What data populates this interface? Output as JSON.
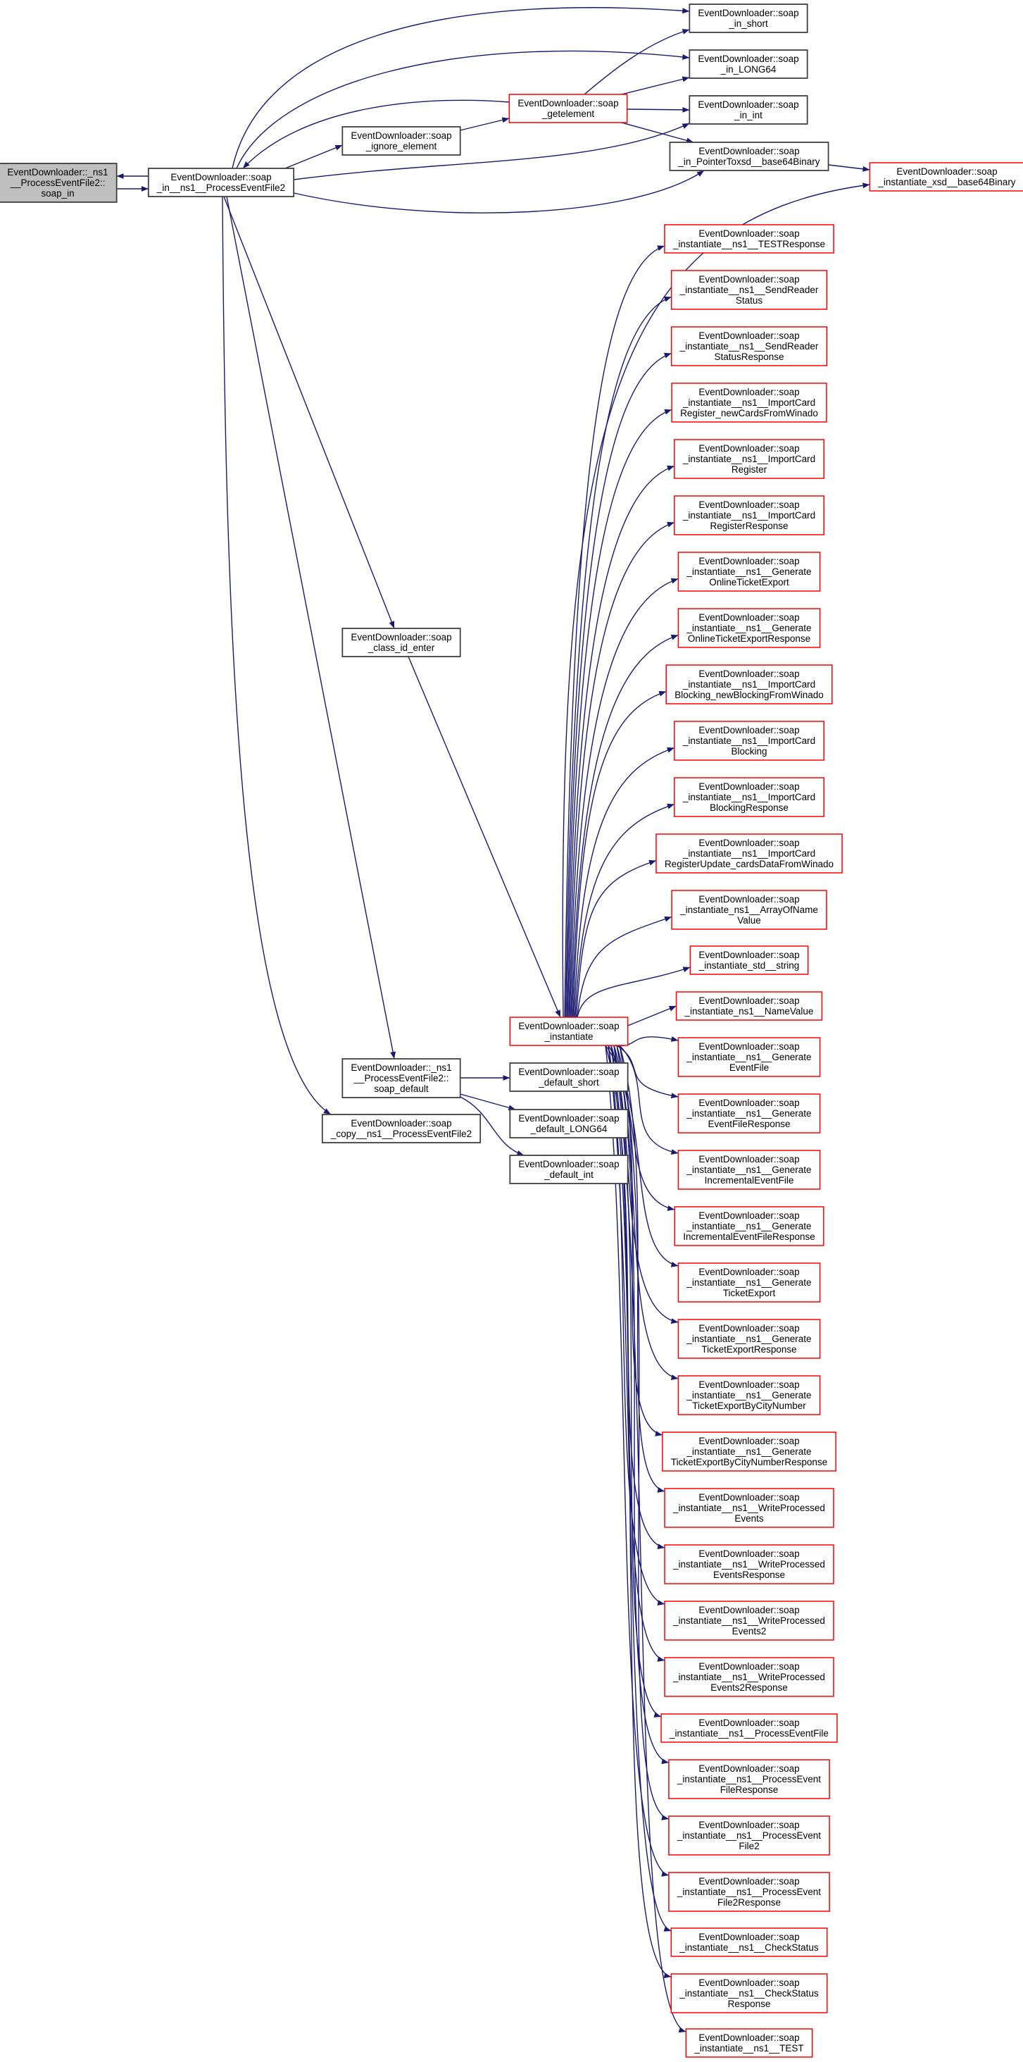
{
  "title": "Call graph: EventDownloader::_ns1__ProcessEventFile2::soap_in",
  "colors": {
    "edge": "#191970",
    "truncated_border": "#ff0000",
    "normal_border": "#404040",
    "root_fill": "#bfbfbf"
  },
  "nodes": [
    {
      "id": "root",
      "lines": [
        "EventDownloader::_ns1",
        "__ProcessEventFile2::",
        "soap_in"
      ]
    },
    {
      "id": "in_ns1",
      "lines": [
        "EventDownloader::soap",
        "_in__ns1__ProcessEventFile2"
      ]
    },
    {
      "id": "in_short",
      "lines": [
        "EventDownloader::soap",
        "_in_short"
      ]
    },
    {
      "id": "in_LONG64",
      "lines": [
        "EventDownloader::soap",
        "_in_LONG64"
      ]
    },
    {
      "id": "in_int",
      "lines": [
        "EventDownloader::soap",
        "_in_int"
      ]
    },
    {
      "id": "getelement",
      "lines": [
        "EventDownloader::soap",
        "_getelement"
      ]
    },
    {
      "id": "ignore",
      "lines": [
        "EventDownloader::soap",
        "_ignore_element"
      ]
    },
    {
      "id": "ptr",
      "lines": [
        "EventDownloader::soap",
        "_in_PointerToxsd__base64Binary"
      ]
    },
    {
      "id": "xsd",
      "lines": [
        "EventDownloader::soap",
        "_instantiate_xsd__base64Binary"
      ]
    },
    {
      "id": "class_id",
      "lines": [
        "EventDownloader::soap",
        "_class_id_enter"
      ]
    },
    {
      "id": "instantiate",
      "lines": [
        "EventDownloader::soap",
        "_instantiate"
      ]
    },
    {
      "id": "soap_default",
      "lines": [
        "EventDownloader::_ns1",
        "__ProcessEventFile2::",
        "soap_default"
      ]
    },
    {
      "id": "copy",
      "lines": [
        "EventDownloader::soap",
        "_copy__ns1__ProcessEventFile2"
      ]
    },
    {
      "id": "d_short",
      "lines": [
        "EventDownloader::soap",
        "_default_short"
      ]
    },
    {
      "id": "d_LONG64",
      "lines": [
        "EventDownloader::soap",
        "_default_LONG64"
      ]
    },
    {
      "id": "d_int",
      "lines": [
        "EventDownloader::soap",
        "_default_int"
      ]
    },
    {
      "id": "r0",
      "lines": [
        "EventDownloader::soap",
        "_instantiate__ns1__TESTResponse"
      ]
    },
    {
      "id": "r1",
      "lines": [
        "EventDownloader::soap",
        "_instantiate__ns1__SendReader",
        "Status"
      ]
    },
    {
      "id": "r2",
      "lines": [
        "EventDownloader::soap",
        "_instantiate__ns1__SendReader",
        "StatusResponse"
      ]
    },
    {
      "id": "r3",
      "lines": [
        "EventDownloader::soap",
        "_instantiate__ns1__ImportCard",
        "Register_newCardsFromWinado"
      ]
    },
    {
      "id": "r4",
      "lines": [
        "EventDownloader::soap",
        "_instantiate__ns1__ImportCard",
        "Register"
      ]
    },
    {
      "id": "r5",
      "lines": [
        "EventDownloader::soap",
        "_instantiate__ns1__ImportCard",
        "RegisterResponse"
      ]
    },
    {
      "id": "r6",
      "lines": [
        "EventDownloader::soap",
        "_instantiate__ns1__Generate",
        "OnlineTicketExport"
      ]
    },
    {
      "id": "r7",
      "lines": [
        "EventDownloader::soap",
        "_instantiate__ns1__Generate",
        "OnlineTicketExportResponse"
      ]
    },
    {
      "id": "r8",
      "lines": [
        "EventDownloader::soap",
        "_instantiate__ns1__ImportCard",
        "Blocking_newBlockingFromWinado"
      ]
    },
    {
      "id": "r9",
      "lines": [
        "EventDownloader::soap",
        "_instantiate__ns1__ImportCard",
        "Blocking"
      ]
    },
    {
      "id": "r10",
      "lines": [
        "EventDownloader::soap",
        "_instantiate__ns1__ImportCard",
        "BlockingResponse"
      ]
    },
    {
      "id": "r11",
      "lines": [
        "EventDownloader::soap",
        "_instantiate__ns1__ImportCard",
        "RegisterUpdate_cardsDataFromWinado"
      ]
    },
    {
      "id": "r12",
      "lines": [
        "EventDownloader::soap",
        "_instantiate_ns1__ArrayOfName",
        "Value"
      ]
    },
    {
      "id": "r13",
      "lines": [
        "EventDownloader::soap",
        "_instantiate_std__string"
      ]
    },
    {
      "id": "r14",
      "lines": [
        "EventDownloader::soap",
        "_instantiate_ns1__NameValue"
      ]
    },
    {
      "id": "r15",
      "lines": [
        "EventDownloader::soap",
        "_instantiate__ns1__Generate",
        "EventFile"
      ]
    },
    {
      "id": "r16",
      "lines": [
        "EventDownloader::soap",
        "_instantiate__ns1__Generate",
        "EventFileResponse"
      ]
    },
    {
      "id": "r17",
      "lines": [
        "EventDownloader::soap",
        "_instantiate__ns1__Generate",
        "IncrementalEventFile"
      ]
    },
    {
      "id": "r18",
      "lines": [
        "EventDownloader::soap",
        "_instantiate__ns1__Generate",
        "IncrementalEventFileResponse"
      ]
    },
    {
      "id": "r19",
      "lines": [
        "EventDownloader::soap",
        "_instantiate__ns1__Generate",
        "TicketExport"
      ]
    },
    {
      "id": "r20",
      "lines": [
        "EventDownloader::soap",
        "_instantiate__ns1__Generate",
        "TicketExportResponse"
      ]
    },
    {
      "id": "r21",
      "lines": [
        "EventDownloader::soap",
        "_instantiate__ns1__Generate",
        "TicketExportByCityNumber"
      ]
    },
    {
      "id": "r22",
      "lines": [
        "EventDownloader::soap",
        "_instantiate__ns1__Generate",
        "TicketExportByCityNumberResponse"
      ]
    },
    {
      "id": "r23",
      "lines": [
        "EventDownloader::soap",
        "_instantiate__ns1__WriteProcessed",
        "Events"
      ]
    },
    {
      "id": "r24",
      "lines": [
        "EventDownloader::soap",
        "_instantiate__ns1__WriteProcessed",
        "EventsResponse"
      ]
    },
    {
      "id": "r25",
      "lines": [
        "EventDownloader::soap",
        "_instantiate__ns1__WriteProcessed",
        "Events2"
      ]
    },
    {
      "id": "r26",
      "lines": [
        "EventDownloader::soap",
        "_instantiate__ns1__WriteProcessed",
        "Events2Response"
      ]
    },
    {
      "id": "r27",
      "lines": [
        "EventDownloader::soap",
        "_instantiate__ns1__ProcessEventFile"
      ]
    },
    {
      "id": "r28",
      "lines": [
        "EventDownloader::soap",
        "_instantiate__ns1__ProcessEvent",
        "FileResponse"
      ]
    },
    {
      "id": "r29",
      "lines": [
        "EventDownloader::soap",
        "_instantiate__ns1__ProcessEvent",
        "File2"
      ]
    },
    {
      "id": "r30",
      "lines": [
        "EventDownloader::soap",
        "_instantiate__ns1__ProcessEvent",
        "File2Response"
      ]
    },
    {
      "id": "r31",
      "lines": [
        "EventDownloader::soap",
        "_instantiate__ns1__CheckStatus"
      ]
    },
    {
      "id": "r32",
      "lines": [
        "EventDownloader::soap",
        "_instantiate__ns1__CheckStatus",
        "Response"
      ]
    },
    {
      "id": "r33",
      "lines": [
        "EventDownloader::soap",
        "_instantiate__ns1__TEST"
      ]
    }
  ]
}
